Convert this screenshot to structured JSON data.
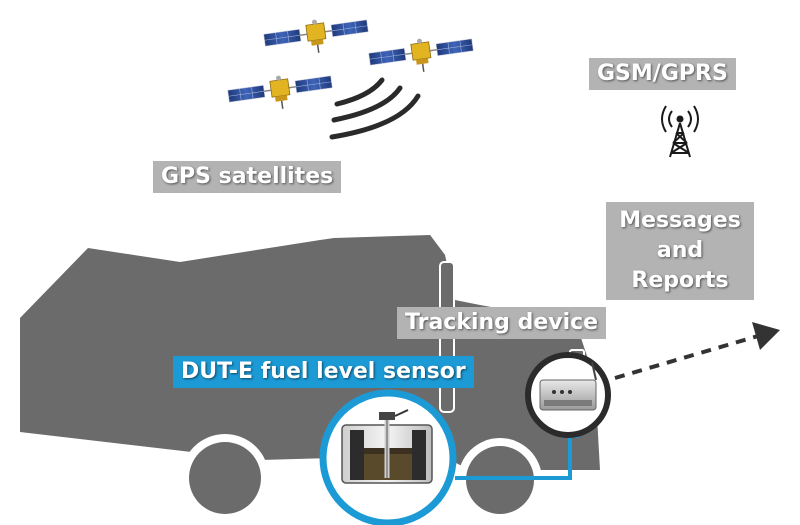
{
  "labels": {
    "gps": "GPS satellites",
    "gsm": "GSM/GPRS",
    "messages": [
      "Messages",
      "and",
      "Reports"
    ],
    "tracking": "Tracking device",
    "sensor": "DUT-E fuel level sensor"
  },
  "colors": {
    "truck": "#6b6b6b",
    "label_bg": "#b3b3b3",
    "sensor_label_bg": "#1c9ad6",
    "connector": "#1c9ad6",
    "arrow": "#333333"
  },
  "icons": [
    "satellite-icon",
    "signal-waves-icon",
    "antenna-tower-icon",
    "tracking-device-icon",
    "fuel-tank-sensor-icon"
  ]
}
